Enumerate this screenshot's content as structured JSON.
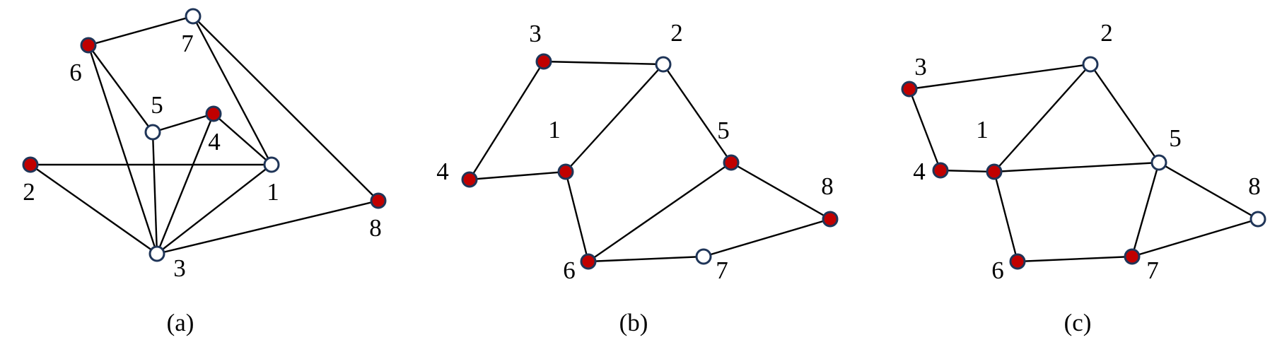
{
  "colors": {
    "red_node": "#c00000",
    "white_node": "#ffffff",
    "node_outline": "#1f3558",
    "edge": "#000000"
  },
  "graphs": [
    {
      "id": "a",
      "caption": "(a)",
      "nodes": [
        {
          "id": "1",
          "label": "1",
          "fill": "white"
        },
        {
          "id": "2",
          "label": "2",
          "fill": "red"
        },
        {
          "id": "3",
          "label": "3",
          "fill": "white"
        },
        {
          "id": "4",
          "label": "4",
          "fill": "red"
        },
        {
          "id": "5",
          "label": "5",
          "fill": "white"
        },
        {
          "id": "6",
          "label": "6",
          "fill": "red"
        },
        {
          "id": "7",
          "label": "7",
          "fill": "white"
        },
        {
          "id": "8",
          "label": "8",
          "fill": "red"
        }
      ],
      "edges": [
        [
          "6",
          "7"
        ],
        [
          "7",
          "1"
        ],
        [
          "7",
          "8"
        ],
        [
          "6",
          "5"
        ],
        [
          "6",
          "3"
        ],
        [
          "5",
          "4"
        ],
        [
          "5",
          "3"
        ],
        [
          "4",
          "1"
        ],
        [
          "4",
          "3"
        ],
        [
          "2",
          "1"
        ],
        [
          "2",
          "3"
        ],
        [
          "1",
          "3"
        ],
        [
          "3",
          "8"
        ]
      ]
    },
    {
      "id": "b",
      "caption": "(b)",
      "nodes": [
        {
          "id": "1",
          "label": "1",
          "fill": "red"
        },
        {
          "id": "2",
          "label": "2",
          "fill": "white"
        },
        {
          "id": "3",
          "label": "3",
          "fill": "red"
        },
        {
          "id": "4",
          "label": "4",
          "fill": "red"
        },
        {
          "id": "5",
          "label": "5",
          "fill": "red"
        },
        {
          "id": "6",
          "label": "6",
          "fill": "red"
        },
        {
          "id": "7",
          "label": "7",
          "fill": "white"
        },
        {
          "id": "8",
          "label": "8",
          "fill": "red"
        }
      ],
      "edges": [
        [
          "3",
          "2"
        ],
        [
          "3",
          "4"
        ],
        [
          "4",
          "1"
        ],
        [
          "1",
          "2"
        ],
        [
          "1",
          "6"
        ],
        [
          "2",
          "5"
        ],
        [
          "5",
          "6"
        ],
        [
          "5",
          "8"
        ],
        [
          "6",
          "7"
        ],
        [
          "7",
          "8"
        ]
      ]
    },
    {
      "id": "c",
      "caption": "(c)",
      "nodes": [
        {
          "id": "1",
          "label": "1",
          "fill": "red"
        },
        {
          "id": "2",
          "label": "2",
          "fill": "white"
        },
        {
          "id": "3",
          "label": "3",
          "fill": "red"
        },
        {
          "id": "4",
          "label": "4",
          "fill": "red"
        },
        {
          "id": "5",
          "label": "5",
          "fill": "white"
        },
        {
          "id": "6",
          "label": "6",
          "fill": "red"
        },
        {
          "id": "7",
          "label": "7",
          "fill": "red"
        },
        {
          "id": "8",
          "label": "8",
          "fill": "white"
        }
      ],
      "edges": [
        [
          "3",
          "2"
        ],
        [
          "3",
          "4"
        ],
        [
          "4",
          "1"
        ],
        [
          "1",
          "2"
        ],
        [
          "1",
          "5"
        ],
        [
          "1",
          "6"
        ],
        [
          "2",
          "5"
        ],
        [
          "5",
          "7"
        ],
        [
          "5",
          "8"
        ],
        [
          "6",
          "7"
        ],
        [
          "7",
          "8"
        ]
      ]
    }
  ]
}
